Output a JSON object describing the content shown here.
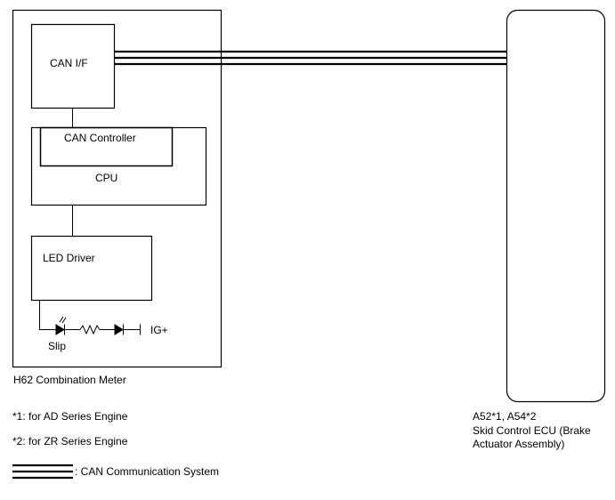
{
  "meter": {
    "can_if": "CAN I/F",
    "can_controller": "CAN Controller",
    "cpu": "CPU",
    "led_driver": "LED Driver",
    "slip": "Slip",
    "ig_plus": "IG+",
    "name": "H62  Combination Meter"
  },
  "ecu": {
    "connector": "A52*1, A54*2",
    "name_line1": "Skid Control ECU (Brake",
    "name_line2": "Actuator Assembly)"
  },
  "notes": {
    "note1": "*1: for AD Series Engine",
    "note2": "*2: for ZR Series Engine"
  },
  "legend": {
    "can_system": ": CAN Communication System"
  }
}
